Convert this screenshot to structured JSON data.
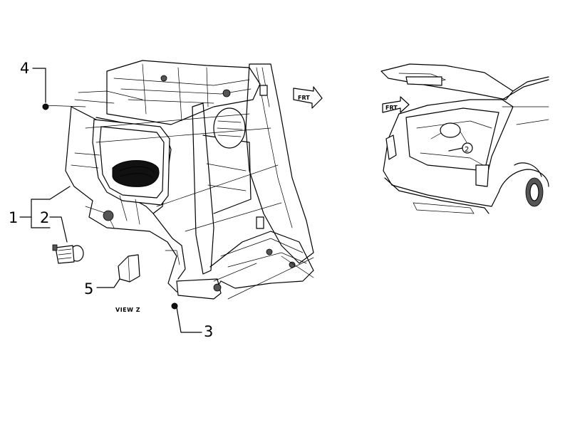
{
  "callouts": {
    "c1": "1",
    "c2": "2",
    "c3": "3",
    "c4": "4",
    "c5": "5"
  },
  "view_label": "VIEW Z",
  "frt_arrow_left": "FRT",
  "frt_arrow_right": "FRT",
  "inset_callout": "2",
  "icons": [
    "front-direction-arrow-icon",
    "push-pin-clip-icon",
    "bolt-icon"
  ]
}
